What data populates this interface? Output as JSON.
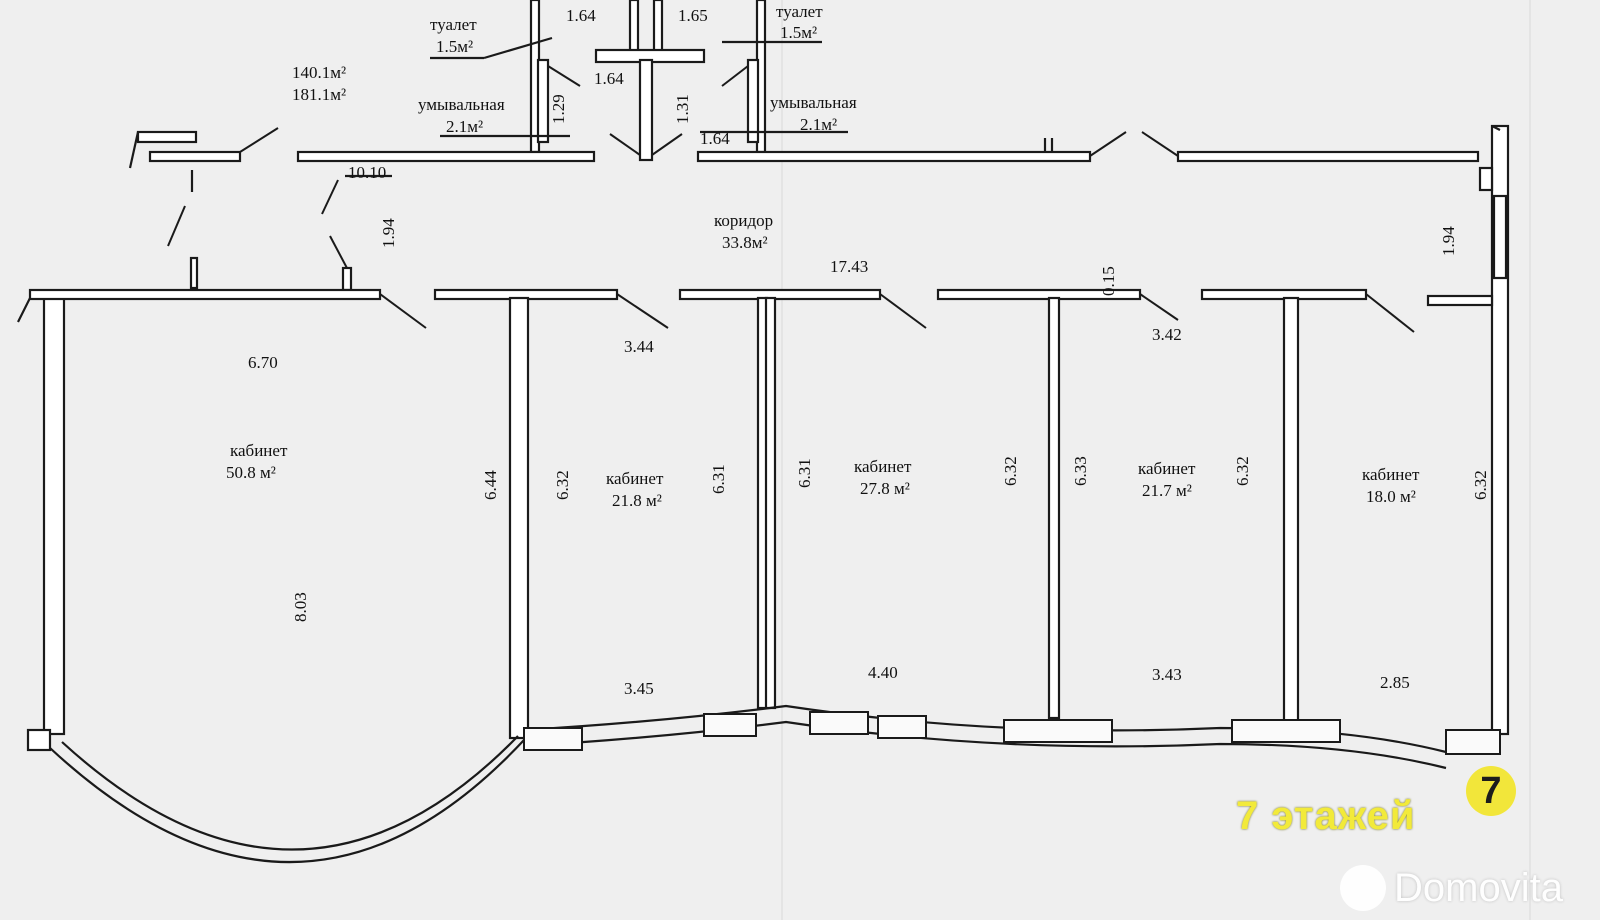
{
  "plan": {
    "total_area_1": "140.1м²",
    "total_area_2": "181.1м²",
    "rooms": {
      "toilet_left": {
        "name": "туалет",
        "area": "1.5м²"
      },
      "toilet_right": {
        "name": "туалет",
        "area": "1.5м²"
      },
      "washroom_left": {
        "name": "умывальная",
        "area": "2.1м²"
      },
      "washroom_right": {
        "name": "умывальная",
        "area": "2.1м²"
      },
      "corridor": {
        "name": "коридор",
        "area": "33.8м²"
      },
      "office_1": {
        "name": "кабинет",
        "area": "50.8 м²"
      },
      "office_2": {
        "name": "кабинет",
        "area": "21.8 м²"
      },
      "office_3": {
        "name": "кабинет",
        "area": "27.8 м²"
      },
      "office_4": {
        "name": "кабинет",
        "area": "21.7 м²"
      },
      "office_5": {
        "name": "кабинет",
        "area": "18.0 м²"
      }
    },
    "dims": {
      "d_1_64_a": "1.64",
      "d_1_65": "1.65",
      "d_1_64_b": "1.64",
      "d_1_29": "1.29",
      "d_1_31": "1.31",
      "d_1_64_c": "1.64",
      "d_10_10": "10.10",
      "d_1_94_left": "1.94",
      "d_1_94_right": "1.94",
      "d_17_43": "17.43",
      "d_0_15": "0.15",
      "d_6_70": "6.70",
      "d_3_44": "3.44",
      "d_3_42": "3.42",
      "d_6_44": "6.44",
      "d_6_32_a": "6.32",
      "d_6_31_a": "6.31",
      "d_6_31_b": "6.31",
      "d_6_32_b": "6.32",
      "d_6_33": "6.33",
      "d_6_32_c": "6.32",
      "d_6_32_d": "6.32",
      "d_8_03": "8.03",
      "d_3_45": "3.45",
      "d_4_40": "4.40",
      "d_3_43": "3.43",
      "d_2_85": "2.85"
    }
  },
  "overlay": {
    "floors_text": "7 этажей",
    "floors_badge": "7",
    "brand": "Domovita"
  }
}
